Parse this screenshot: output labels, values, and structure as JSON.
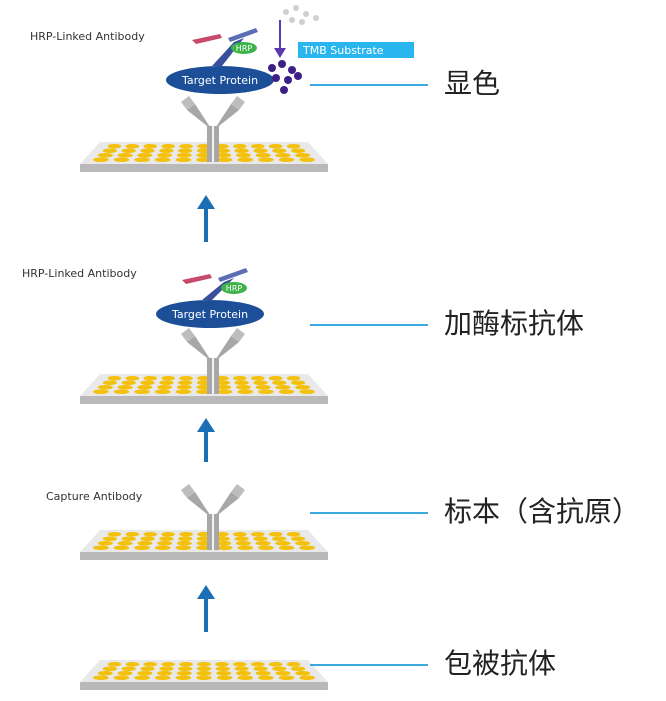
{
  "colors": {
    "plate_top": "#e9e9e9",
    "plate_side": "#b9b9b9",
    "well": "#f3c10c",
    "antibody": "#a7a7a7",
    "arrow": "#1a6fb5",
    "target_protein": "#1c4f98",
    "hrp": "#3db34a",
    "tmb_label_bg": "#29b6ee",
    "tmb_dots": "#3d1f86",
    "connector": "#39a9e0"
  },
  "steps": [
    {
      "label": "显色"
    },
    {
      "label": "加酶标抗体"
    },
    {
      "label": "标本（含抗原）"
    },
    {
      "label": "包被抗体"
    }
  ],
  "annotations": {
    "hrp_linked_antibody": "HRP-Linked Antibody",
    "hrp": "HRP",
    "target_protein": "Target Protein",
    "tmb_substrate": "TMB Substrate",
    "capture_antibody": "Capture Antibody"
  }
}
